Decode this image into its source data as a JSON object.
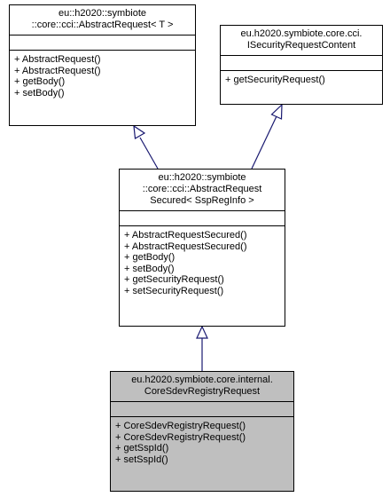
{
  "classes": {
    "abstract_request": {
      "title_lines": [
        "eu::h2020::symbiote",
        "::core::cci::AbstractRequest< T >"
      ],
      "methods": [
        "+ AbstractRequest()",
        "+ AbstractRequest()",
        "+ getBody()",
        "+ setBody()"
      ]
    },
    "security_content": {
      "title_lines": [
        "eu.h2020.symbiote.core.cci.",
        "ISecurityRequestContent"
      ],
      "methods": [
        "+ getSecurityRequest()"
      ]
    },
    "abstract_request_secured": {
      "title_lines": [
        "eu::h2020::symbiote",
        "::core::cci::AbstractRequest",
        "Secured< SspRegInfo >"
      ],
      "methods": [
        "+ AbstractRequestSecured()",
        "+ AbstractRequestSecured()",
        "+ getBody()",
        "+ setBody()",
        "+ getSecurityRequest()",
        "+ setSecurityRequest()"
      ]
    },
    "core_sdev_registry_request": {
      "title_lines": [
        "eu.h2020.symbiote.core.internal.",
        "CoreSdevRegistryRequest"
      ],
      "methods": [
        "+ CoreSdevRegistryRequest()",
        "+ CoreSdevRegistryRequest()",
        "+ getSspId()",
        "+ setSspId()"
      ]
    }
  },
  "colors": {
    "selected_fill": "#bfbfbf",
    "edge": "#191970"
  }
}
